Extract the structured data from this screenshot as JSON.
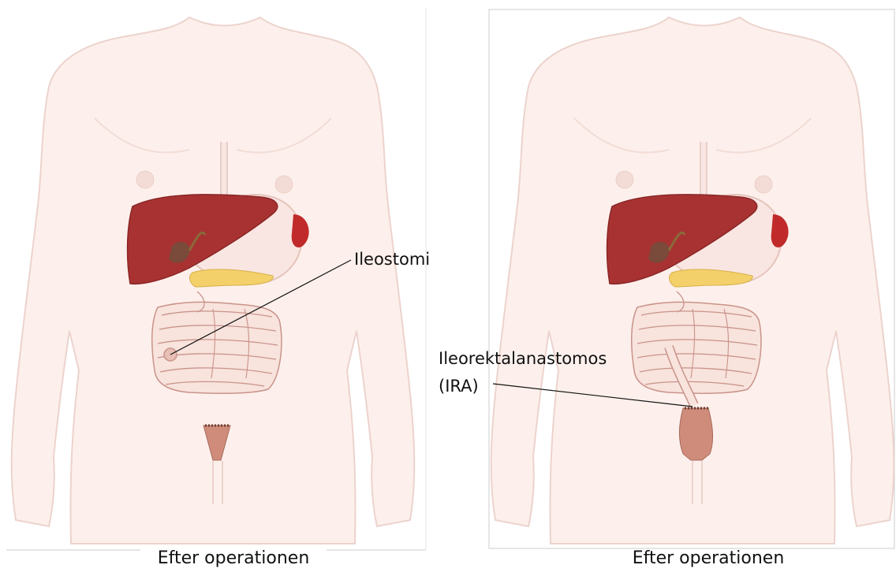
{
  "colors": {
    "skin": "#fdf0ec",
    "skin_outline": "#ecd3cd",
    "liver": "#a83232",
    "liver_dark": "#8a2626",
    "spleen": "#c12a2a",
    "stomach": "#f9e6e2",
    "pancreas": "#f3d06a",
    "intestine": "#f8e3dd",
    "intestine_outline": "#c9938a",
    "rectum": "#cf8c7a",
    "frame": "#cccccc",
    "line": "#111111"
  },
  "left_panel": {
    "label": "Ileostomi",
    "caption": "Efter operationen"
  },
  "right_panel": {
    "label_line1": "Ileorektalanastomos",
    "label_line2": "(IRA)",
    "caption": "Efter operationen"
  }
}
